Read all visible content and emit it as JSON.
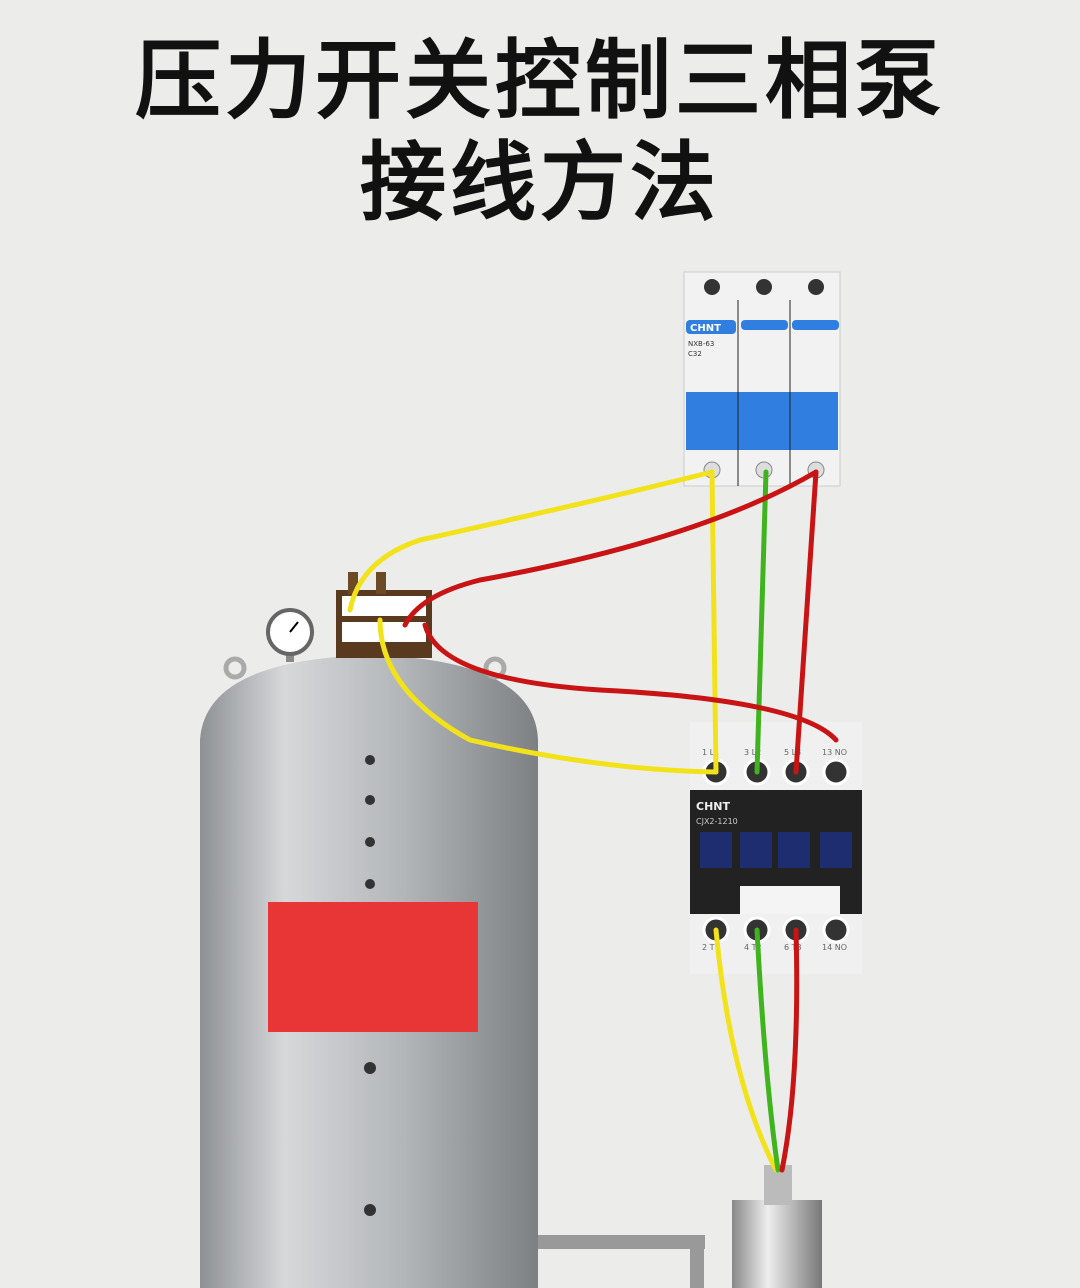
{
  "title": {
    "line1": "压力开关控制三相泵",
    "line2": "接线方法"
  },
  "breaker": {
    "brand": "CHNT",
    "model": "NXB-63",
    "rating": "C32"
  },
  "contactor": {
    "brand": "CHNT",
    "model": "CJX2-1210",
    "top_terminals": [
      "1 L1",
      "3 L2",
      "5 L3",
      "13 NO"
    ],
    "bottom_terminals": [
      "2 T1",
      "4 T2",
      "6 T3",
      "14 NO"
    ]
  },
  "colors": {
    "phase_a": "#f2e21c",
    "phase_b": "#3fb41e",
    "phase_c": "#c81414",
    "breaker_blue": "#2f7ee0",
    "tank": "#b9bcbf",
    "label_red": "#e83535"
  }
}
